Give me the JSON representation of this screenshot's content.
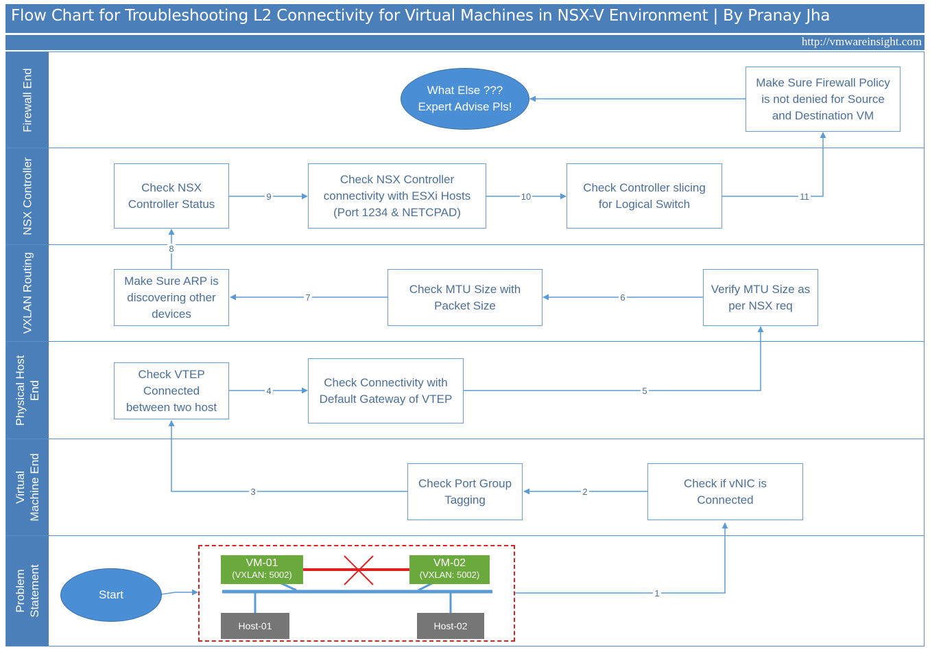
{
  "header": {
    "title": "Flow Chart for Troubleshooting L2 Connectivity for Virtual Machines in NSX-V Environment | By Pranay Jha",
    "url": "http://vmwareinsight.com"
  },
  "lanes": {
    "firewall": "Firewall End",
    "controller": "NSX Controller",
    "vxlan": "VXLAN Routing",
    "physical": [
      "Physical Host",
      "End"
    ],
    "vm": [
      "Virtual",
      "Machine End"
    ],
    "problem": [
      "Problem",
      "Statement"
    ]
  },
  "nodes": {
    "what_else": [
      "What Else ???",
      "Expert Advise Pls!"
    ],
    "firewall_policy": [
      "Make Sure Firewall Policy",
      "is not denied for Source",
      "and Destination VM"
    ],
    "controller_status": [
      "Check NSX",
      "Controller Status"
    ],
    "controller_conn": [
      "Check NSX Controller",
      "connectivity with ESXi Hosts",
      "(Port 1234 & NETCPAD)"
    ],
    "controller_slicing": [
      "Check Controller slicing",
      "for Logical Switch"
    ],
    "arp": [
      "Make Sure ARP is",
      "discovering other",
      "devices"
    ],
    "mtu_packet": [
      "Check MTU Size with",
      "Packet Size"
    ],
    "mtu_verify": [
      "Verify MTU Size as",
      "per NSX req"
    ],
    "vtep": [
      "Check VTEP",
      "Connected",
      "between two host"
    ],
    "gateway": [
      "Check Connectivity with",
      "Default Gateway of VTEP"
    ],
    "portgroup": [
      "Check Port Group",
      "Tagging"
    ],
    "vnic": [
      "Check if vNIC is",
      "Connected"
    ],
    "start": "Start"
  },
  "problem": {
    "vm1_name": "VM-01",
    "vm1_vxlan": "(VXLAN: 5002)",
    "vm2_name": "VM-02",
    "vm2_vxlan": "(VXLAN: 5002)",
    "host1": "Host-01",
    "host2": "Host-02"
  },
  "steps": [
    "1",
    "2",
    "3",
    "4",
    "5",
    "6",
    "7",
    "8",
    "9",
    "10",
    "11"
  ],
  "colors": {
    "header": "#4a7fba",
    "box_border": "#6b9bd2",
    "box_text": "#4a6f9a",
    "ellipse": "#4a8fd6",
    "connector": "#5b9bd5",
    "vm": "#6aaa3c",
    "host": "#767676",
    "problem_border": "#e02020",
    "broken_link": "#e02020"
  }
}
